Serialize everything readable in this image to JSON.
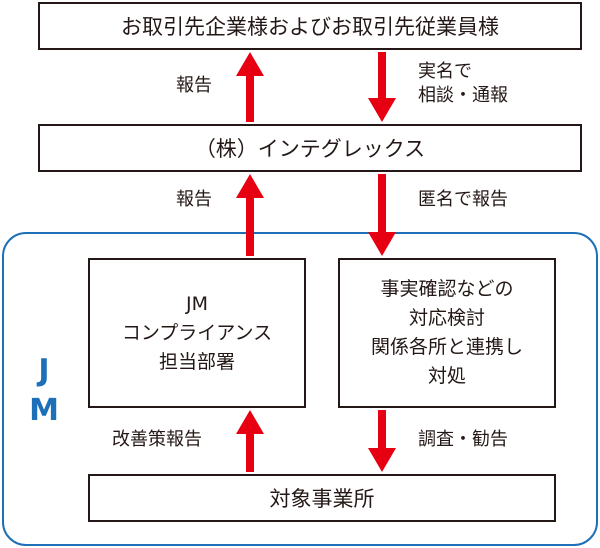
{
  "boxes": {
    "partners": "お取引先企業様およびお取引先従業員様",
    "integrex": "（株）インテグレックス",
    "jm_compliance": [
      "JM",
      "コンプライアンス",
      "担当部署"
    ],
    "fact_check": [
      "事実確認などの",
      "対応検討",
      "関係各所と連携し",
      "対処"
    ],
    "target_office": "対象事業所"
  },
  "jm_label": {
    "line1": "J",
    "line2": "M"
  },
  "arrow_labels": {
    "report_top": "報告",
    "named_consult": [
      "実名で",
      "相談・通報"
    ],
    "report_mid": "報告",
    "anon_report": "匿名で報告",
    "improvement_report": "改善策報告",
    "investigation": "調査・勧告"
  },
  "colors": {
    "arrow": "#e60012",
    "region_border": "#1d6fb8",
    "box_border": "#231815",
    "text": "#231815"
  }
}
